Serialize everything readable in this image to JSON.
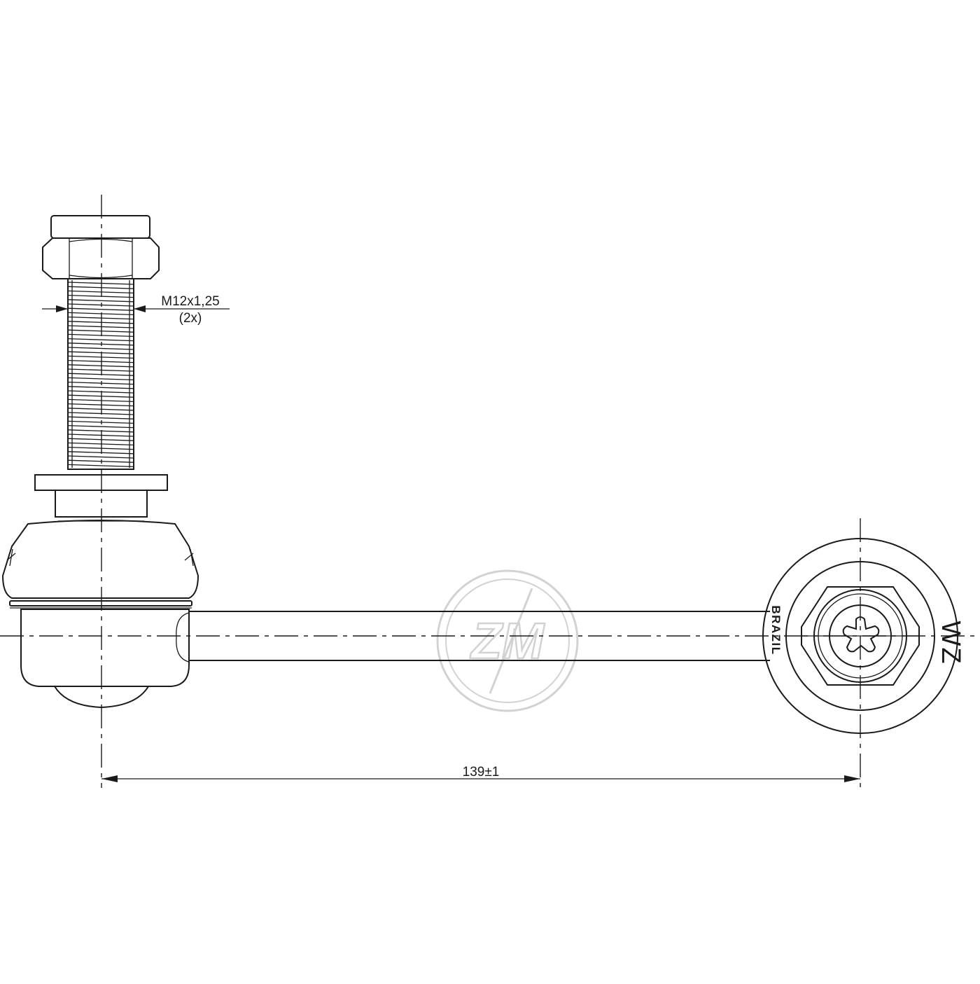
{
  "drawing": {
    "thread_spec": "M12x1,25",
    "thread_qty": "(2x)",
    "center_distance": "139±1",
    "marking_right": "WZ",
    "marking_brazil": "BRAZIL"
  },
  "watermark": {
    "logo_text": "ZM"
  },
  "colors": {
    "line": "#1a1a1a",
    "watermark": "#d2d2d2",
    "background": "#ffffff"
  }
}
